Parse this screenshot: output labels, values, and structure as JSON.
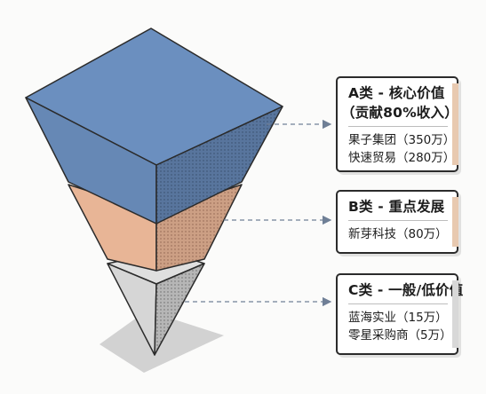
{
  "colors": {
    "tier_a": "#6b8fbf",
    "tier_b": "#e8b596",
    "tier_c": "#d6d6d6",
    "accent_a": "#e8c9b0",
    "accent_b": "#e8c9b0",
    "accent_c": "#d8d8d8",
    "outline": "#2b2b2b"
  },
  "tiers": [
    {
      "title": "A类 - 核心价值",
      "subtitle": "（贡献80%收入）",
      "items": [
        "果子集团（350万）",
        "快速贸易（280万）"
      ]
    },
    {
      "title": "B类 - 重点发展",
      "items": [
        "新芽科技（80万）"
      ]
    },
    {
      "title": "C类 - 一般/低价值",
      "items": [
        "蓝海实业（15万）",
        "零星采购商（5万）"
      ]
    }
  ]
}
